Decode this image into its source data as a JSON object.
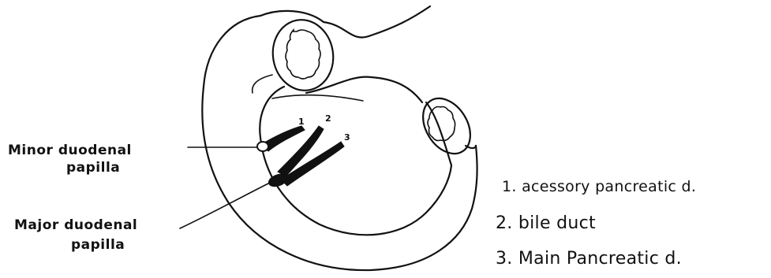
{
  "labels": {
    "minor_papilla": [
      "Minor duodenal",
      "papilla"
    ],
    "major_papilla": [
      "Major duodenal",
      "papilla"
    ]
  },
  "duct_numbers": [
    "1",
    "2",
    "3"
  ],
  "legend": [
    "1. acessory pancreatic d.",
    "2. bile duct",
    "3. Main Pancreatic d."
  ]
}
